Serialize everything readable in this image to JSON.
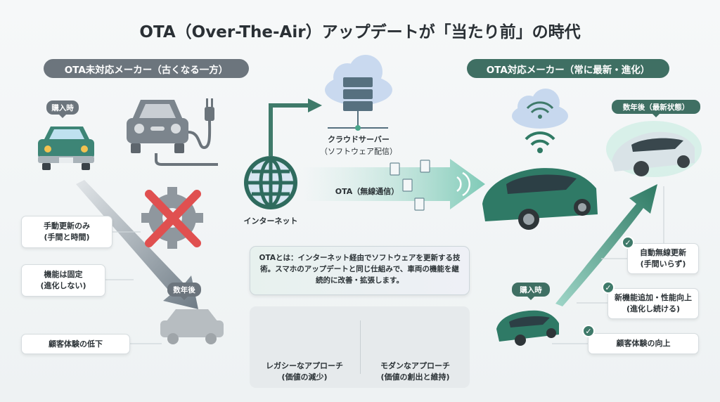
{
  "title": "OTA（Over-The-Air）アップデートが「当たり前」の時代",
  "left": {
    "header": "OTA未対応メーカー（古くなる一方）",
    "purchase_badge": "購入時",
    "years_later_badge": "数年後",
    "points": [
      {
        "line1": "手動更新のみ",
        "line2": "(手間と時間)"
      },
      {
        "line1": "機能は固定",
        "line2": "(進化しない)"
      },
      {
        "line1": "顧客体験の低下",
        "line2": ""
      }
    ]
  },
  "center": {
    "cloud_label": "クラウドサーバー",
    "cloud_sub": "（ソフトウェア配信）",
    "internet_label": "インターネット",
    "ota_label": "OTA（無線通信）",
    "definition": "OTAとは：インターネット経由でソフトウェアを更新する技術。スマホのアップデートと同じ仕組みで、車両の機能を継続的に改善・拡張します。",
    "legacy": {
      "line1": "レガシーなアプローチ",
      "line2": "(価値の減少)"
    },
    "modern": {
      "line1": "モダンなアプローチ",
      "line2": "(価値の創出と維持)"
    }
  },
  "right": {
    "header": "OTA対応メーカー（常に最新・進化）",
    "latest_badge": "数年後（最新状態）",
    "purchase_badge": "購入時",
    "points": [
      {
        "line1": "自動無線更新",
        "line2": "(手間いらず)"
      },
      {
        "line1": "新機能追加・性能向上",
        "line2": "(進化し続ける)"
      },
      {
        "line1": "顧客体験の向上",
        "line2": ""
      }
    ]
  },
  "colors": {
    "green": "#3f6f63",
    "gray": "#6c757d",
    "red": "#e05050"
  }
}
